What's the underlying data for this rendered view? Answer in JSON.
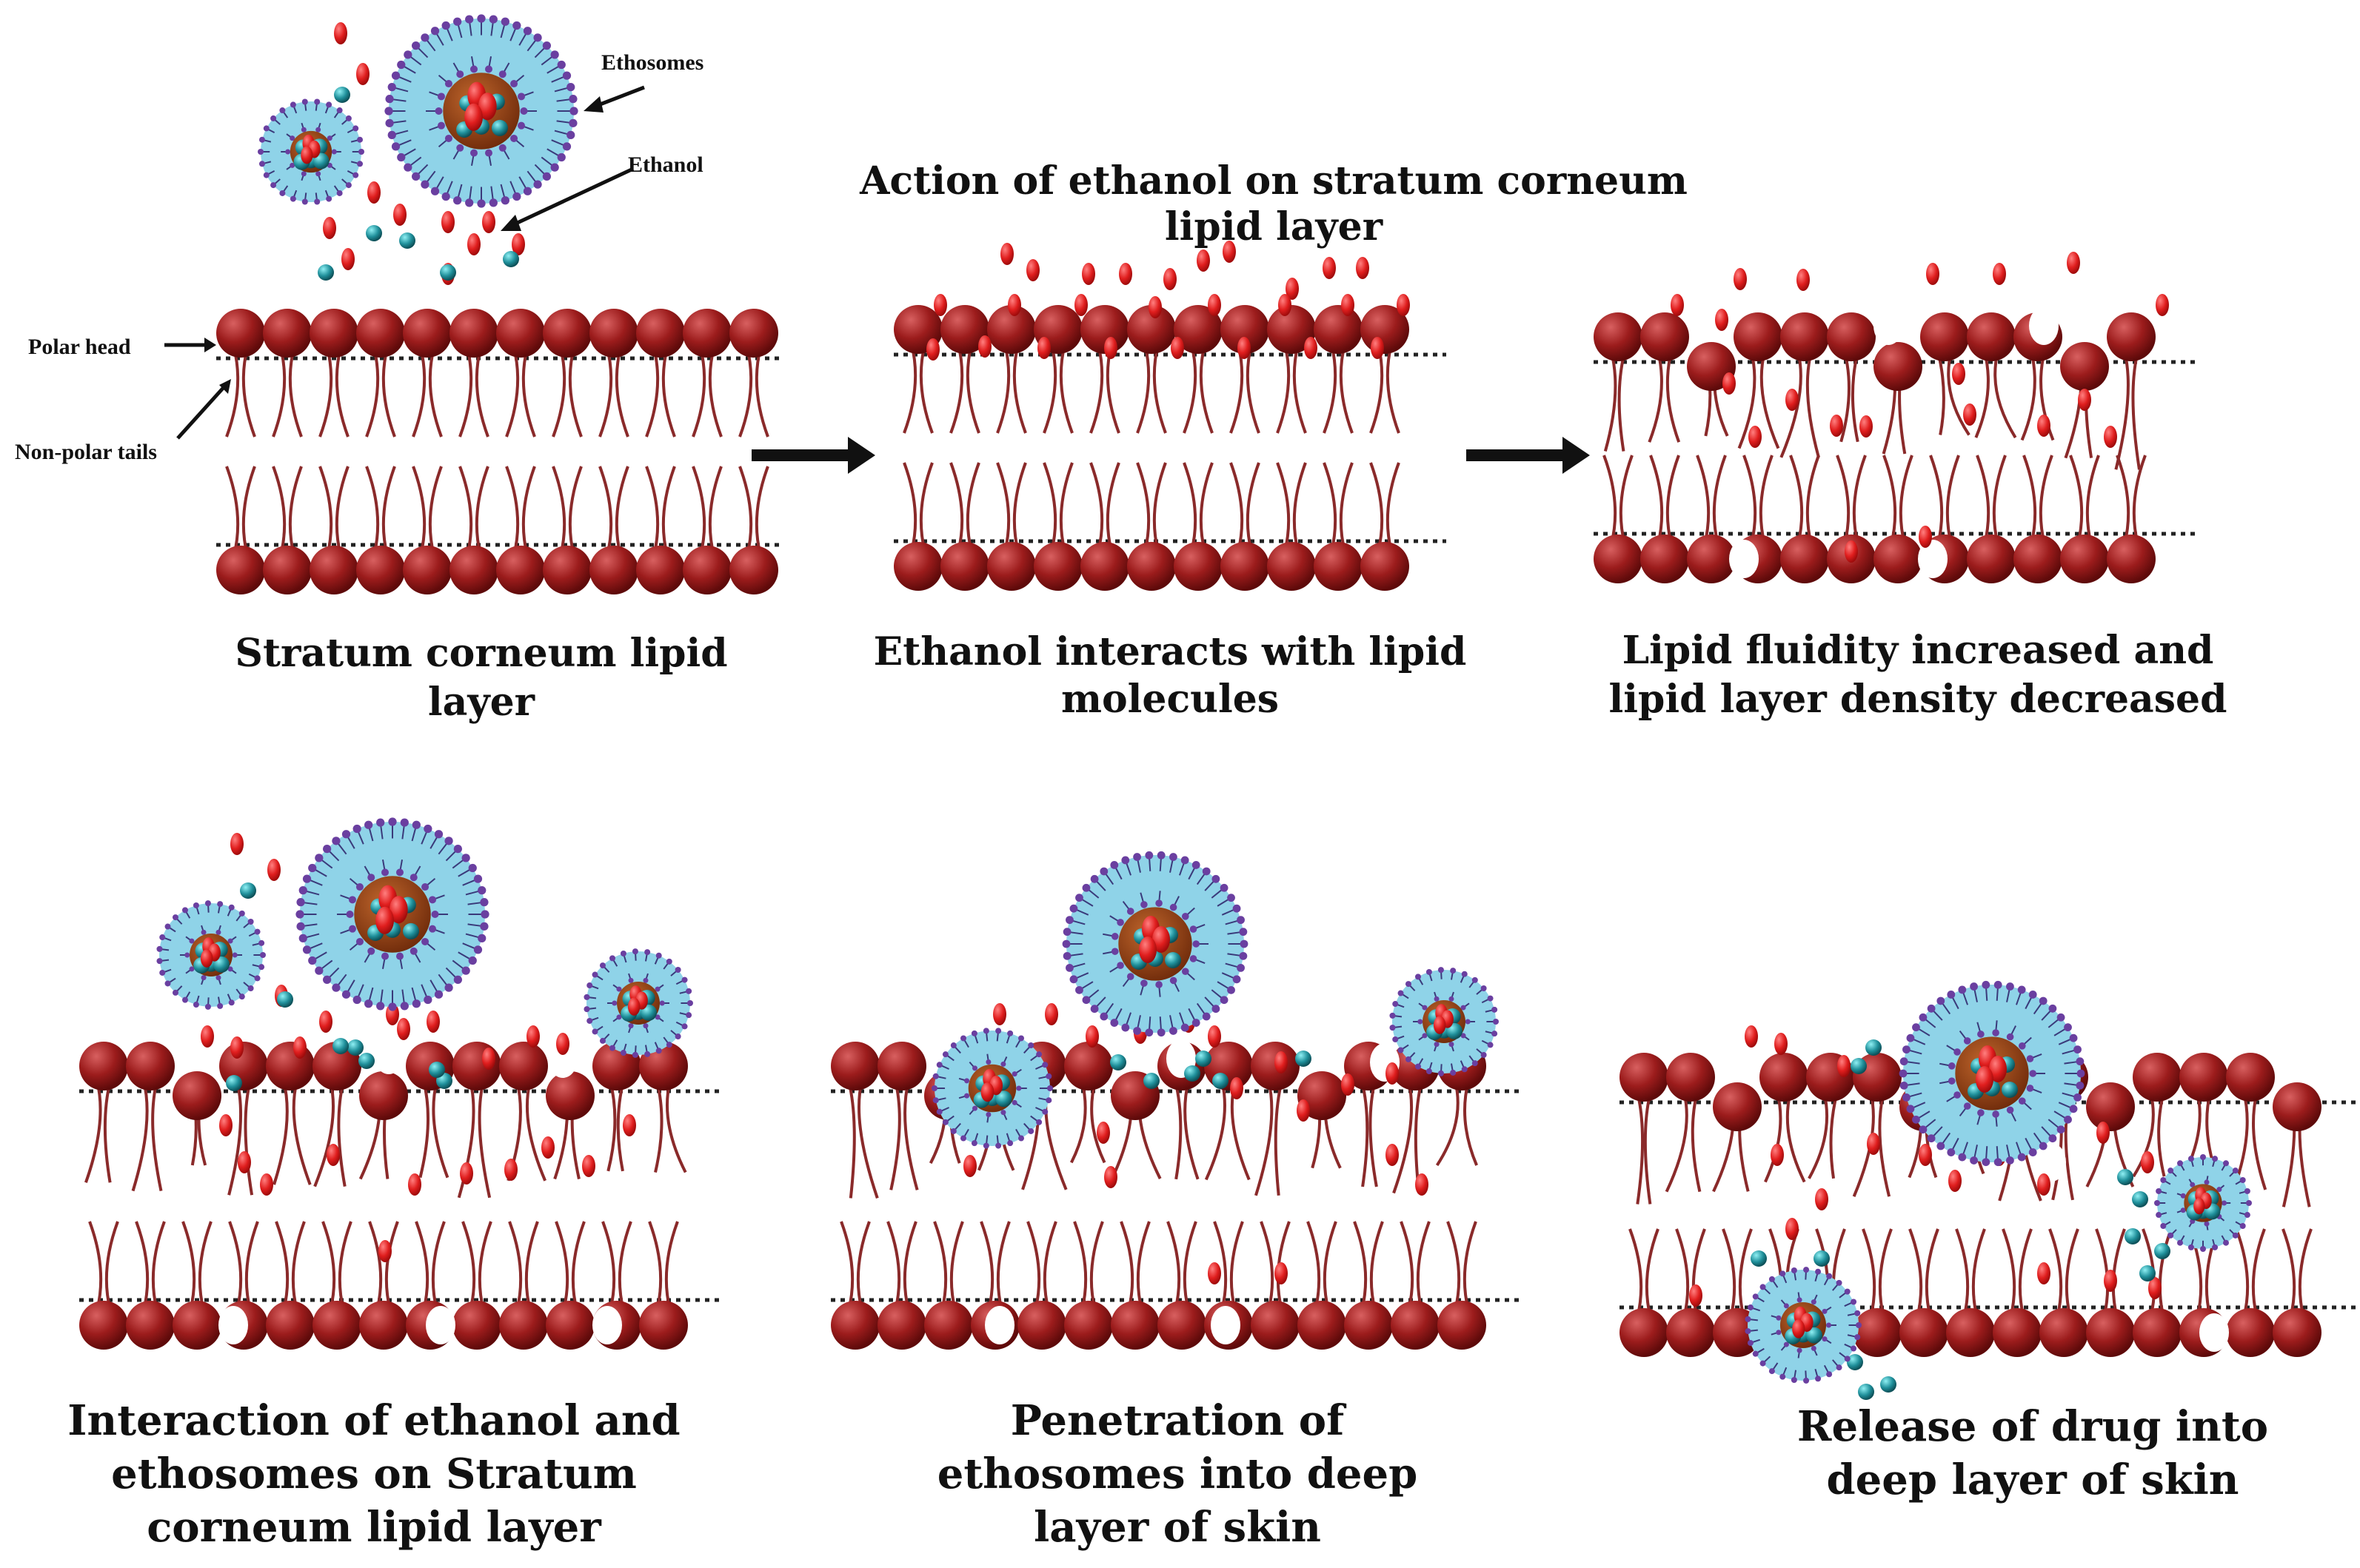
{
  "labels": {
    "ethosomes": "Ethosomes",
    "ethanol": "Ethanol",
    "polar_head": "Polar head",
    "nonpolar_tails": "Non-polar tails"
  },
  "top_title": [
    "Action of ethanol on stratum corneum",
    "lipid layer"
  ],
  "panels": [
    {
      "id": "p1",
      "caption": [
        "Stratum corneum lipid",
        "layer"
      ]
    },
    {
      "id": "p2",
      "caption": [
        "Ethanol interacts with lipid",
        "molecules"
      ]
    },
    {
      "id": "p3",
      "caption": [
        "Lipid fluidity increased and",
        "lipid layer density decreased"
      ]
    },
    {
      "id": "p4",
      "caption": [
        "Interaction of ethanol and",
        "ethosomes on Stratum",
        "corneum lipid layer"
      ]
    },
    {
      "id": "p5",
      "caption": [
        "Penetration of",
        "ethosomes into deep",
        "layer of skin"
      ]
    },
    {
      "id": "p6",
      "caption": [
        "Release of drug into",
        "deep layer of skin"
      ]
    }
  ],
  "colors": {
    "lipid_head": "#8e1414",
    "lipid_tail": "#8a2a2a",
    "ethanol": "#e01e1e",
    "drug": "#1f8f9a",
    "vesicle_shell": "#8fd3e8",
    "vesicle_lipid": "#6a3fa0",
    "vesicle_core": "#8b3a14",
    "arrow": "#111111"
  }
}
